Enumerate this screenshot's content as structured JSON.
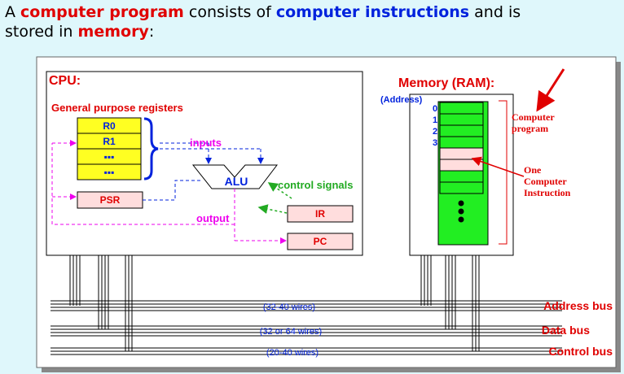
{
  "header": {
    "s1": "A ",
    "s2": "computer program",
    "s3": " consists of ",
    "s4": "computer instructions",
    "s5": " and is",
    "s6": "stored in ",
    "s7": "memory",
    "s8": ":"
  },
  "cpu": {
    "title": "CPU:",
    "registers_title": "General purpose registers",
    "registers": [
      "R0",
      "R1",
      "▪▪▪",
      "▪▪▪"
    ],
    "psr": "PSR",
    "alu": "ALU",
    "ir": "IR",
    "pc": "PC",
    "inputs_label": "inputs",
    "output_label": "output",
    "control_label": "control signals"
  },
  "memory": {
    "title": "Memory (RAM):",
    "address_label": "(Address)",
    "addresses": [
      "0",
      "1",
      "2",
      "3"
    ],
    "program_label": [
      "Computer",
      "program"
    ],
    "instruction_label": [
      "One",
      "Computer",
      "Instruction"
    ]
  },
  "buses": {
    "address": {
      "name": "Address bus",
      "wires": "(32-40 wires)"
    },
    "data": {
      "name": "Data bus",
      "wires": "(32 or 64 wires)"
    },
    "control": {
      "name": "Control bus",
      "wires": "(20-40 wires)"
    }
  },
  "colors": {
    "red": "#e00000",
    "blue": "#0022dd",
    "magenta": "#ee00ee",
    "green": "#22aa22",
    "yellow": "#ffff22",
    "pink": "#ffdddd",
    "memgreen": "#22ee22"
  }
}
